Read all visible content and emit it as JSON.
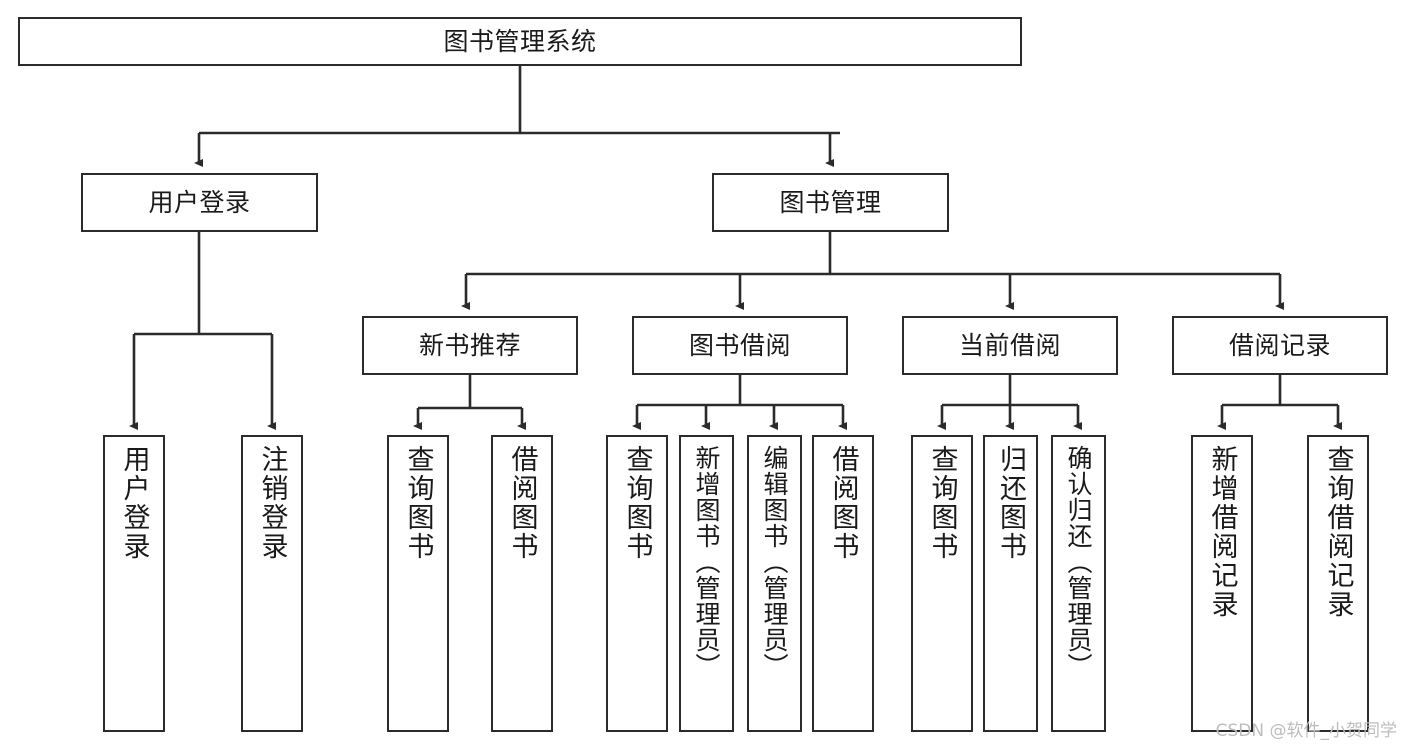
{
  "diagram": {
    "type": "tree",
    "title": "图书管理系统",
    "root": {
      "label": "图书管理系统"
    },
    "level2": [
      {
        "label": "用户登录"
      },
      {
        "label": "图书管理"
      }
    ],
    "level3": [
      {
        "label": "新书推荐"
      },
      {
        "label": "图书借阅"
      },
      {
        "label": "当前借阅"
      },
      {
        "label": "借阅记录"
      }
    ],
    "leaves": {
      "user_login": [
        {
          "label": "用户登录"
        },
        {
          "label": "注销登录"
        }
      ],
      "new_book_recommend": [
        {
          "label": "查询图书"
        },
        {
          "label": "借阅图书"
        }
      ],
      "book_borrow": [
        {
          "label": "查询图书"
        },
        {
          "label": "新增图书（管理员）"
        },
        {
          "label": "编辑图书（管理员）"
        },
        {
          "label": "借阅图书"
        }
      ],
      "current_borrow": [
        {
          "label": "查询图书"
        },
        {
          "label": "归还图书"
        },
        {
          "label": "确认归还（管理员）"
        }
      ],
      "borrow_record": [
        {
          "label": "新增借阅记录"
        },
        {
          "label": "查询借阅记录"
        }
      ]
    },
    "colors": {
      "stroke": "#2b2b2b",
      "fill": "#ffffff",
      "text": "#1a1a1a",
      "watermark": "#bdbdbd"
    }
  },
  "watermark": {
    "text": "CSDN @软件_小贺同学"
  }
}
